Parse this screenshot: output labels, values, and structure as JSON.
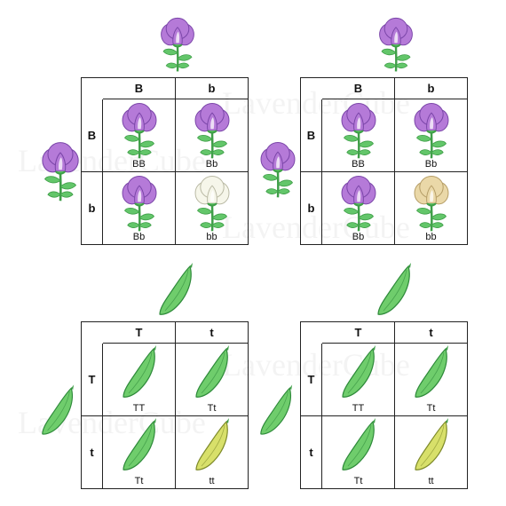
{
  "watermark": "LavenderCube",
  "colors": {
    "purple": "#b57ad8",
    "purple_dark": "#7a45a8",
    "white_flower": "#f6f6ea",
    "tan_flower": "#ead8a8",
    "stem": "#3f9e48",
    "leaf": "#63c66a",
    "pod_green": "#6fcd6c",
    "pod_yellow": "#d8e06a"
  },
  "flower_cross_1": {
    "col_headers": [
      "B",
      "b"
    ],
    "row_headers": [
      "B",
      "b"
    ],
    "cells": [
      {
        "genotype": "BB",
        "phenotype": "purple"
      },
      {
        "genotype": "Bb",
        "phenotype": "purple"
      },
      {
        "genotype": "Bb",
        "phenotype": "purple"
      },
      {
        "genotype": "bb",
        "phenotype": "white"
      }
    ]
  },
  "flower_cross_2": {
    "col_headers": [
      "B",
      "b"
    ],
    "row_headers": [
      "B",
      "b"
    ],
    "cells": [
      {
        "genotype": "BB",
        "phenotype": "purple"
      },
      {
        "genotype": "Bb",
        "phenotype": "purple"
      },
      {
        "genotype": "Bb",
        "phenotype": "purple"
      },
      {
        "genotype": "bb",
        "phenotype": "tan"
      }
    ]
  },
  "pod_cross_1": {
    "col_headers": [
      "T",
      "t"
    ],
    "row_headers": [
      "T",
      "t"
    ],
    "cells": [
      {
        "genotype": "TT",
        "phenotype": "green"
      },
      {
        "genotype": "Tt",
        "phenotype": "green"
      },
      {
        "genotype": "Tt",
        "phenotype": "green"
      },
      {
        "genotype": "tt",
        "phenotype": "yellow"
      }
    ]
  },
  "pod_cross_2": {
    "col_headers": [
      "T",
      "t"
    ],
    "row_headers": [
      "T",
      "t"
    ],
    "cells": [
      {
        "genotype": "TT",
        "phenotype": "green"
      },
      {
        "genotype": "Tt",
        "phenotype": "green"
      },
      {
        "genotype": "Tt",
        "phenotype": "green"
      },
      {
        "genotype": "tt",
        "phenotype": "yellow"
      }
    ]
  }
}
